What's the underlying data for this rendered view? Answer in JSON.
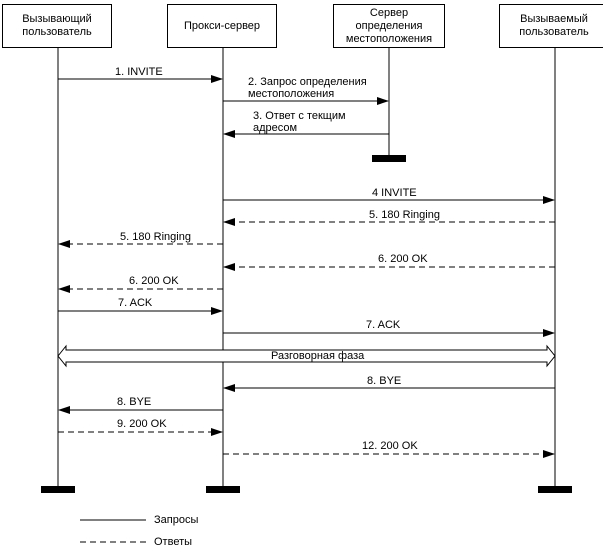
{
  "participants": [
    {
      "label": "Вызывающий\nпользователь"
    },
    {
      "label": "Прокси-сервер"
    },
    {
      "label": "Сервер\nопределения\nместоположения"
    },
    {
      "label": "Вызываемый\nпользователь"
    }
  ],
  "messages": [
    {
      "label": "1. INVITE",
      "kind": "request"
    },
    {
      "label": "2. Запрос определения\nместоположения",
      "kind": "request"
    },
    {
      "label": "3. Ответ с текщим\nадресом",
      "kind": "request"
    },
    {
      "label": "4 INVITE",
      "kind": "request"
    },
    {
      "label": "5. 180 Ringing",
      "kind": "response"
    },
    {
      "label": "5. 180 Ringing",
      "kind": "response"
    },
    {
      "label": "6. 200 OK",
      "kind": "response"
    },
    {
      "label": "6. 200 OK",
      "kind": "response"
    },
    {
      "label": "7. ACK",
      "kind": "request"
    },
    {
      "label": "7. ACK",
      "kind": "request"
    },
    {
      "label": "Разговорная фаза",
      "kind": "session"
    },
    {
      "label": "8. BYE",
      "kind": "request"
    },
    {
      "label": "8. BYE",
      "kind": "request"
    },
    {
      "label": "9. 200 OK",
      "kind": "response"
    },
    {
      "label": "12. 200 OK",
      "kind": "response"
    }
  ],
  "legend": {
    "requests": "Запросы",
    "responses": "Ответы"
  }
}
